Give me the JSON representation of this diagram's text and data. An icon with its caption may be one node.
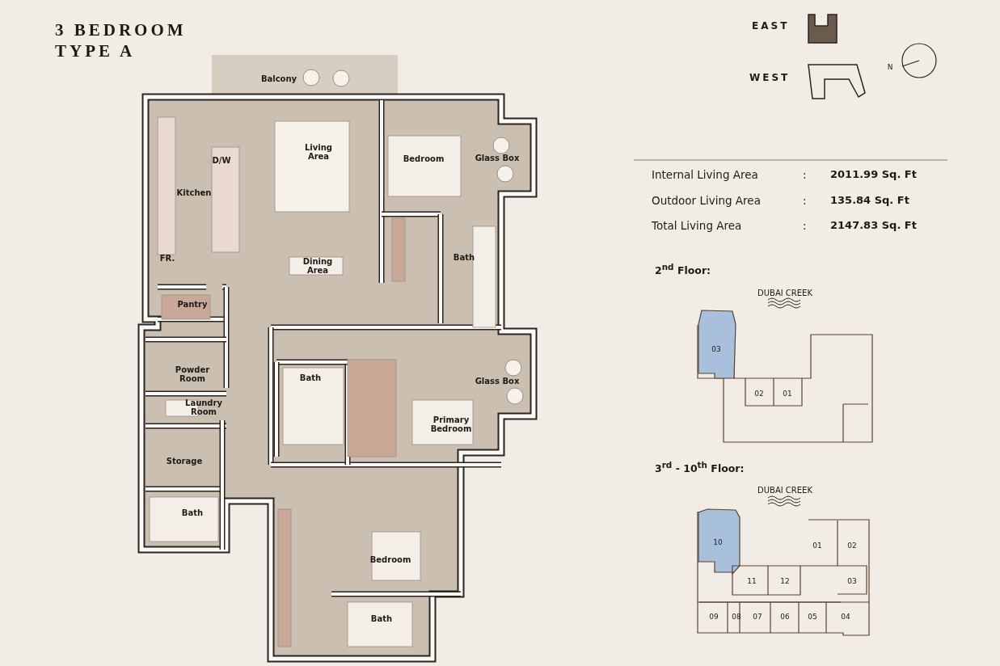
{
  "diagram": {
    "title": "3 BEDROOM TYPE A",
    "labels": [
      "EAST",
      "WEST",
      "N",
      "Balcony",
      "Living Area",
      "D/W",
      "Kitchen",
      "Bedroom",
      "Glass Box",
      "Dining Area",
      "FR.",
      "Bath",
      "Pantry",
      "Internal Living Area",
      ":",
      "2011.99 Sq. Ft",
      "Outdoor Living Area",
      ":",
      "135.84 Sq. Ft",
      "Total Living Area",
      ":",
      "2147.83 Sq. Ft",
      "2$^{nd}$ Floor:",
      "DUBAI CREEK",
      "03",
      "Powder Room",
      "Glass Box",
      "Bath",
      "02",
      "01",
      "Primary Bedroom",
      "Laundry Room",
      "Storage",
      "3$^{rd}$ - 10$^{th}$ Floor:",
      "DUBAI CREEK",
      "Bath",
      "10",
      "01",
      "02",
      "Bedroom",
      "11",
      "12",
      "03",
      "Bath",
      "09",
      "08",
      "07",
      "06",
      "05",
      "04"
    ]
  }
}
